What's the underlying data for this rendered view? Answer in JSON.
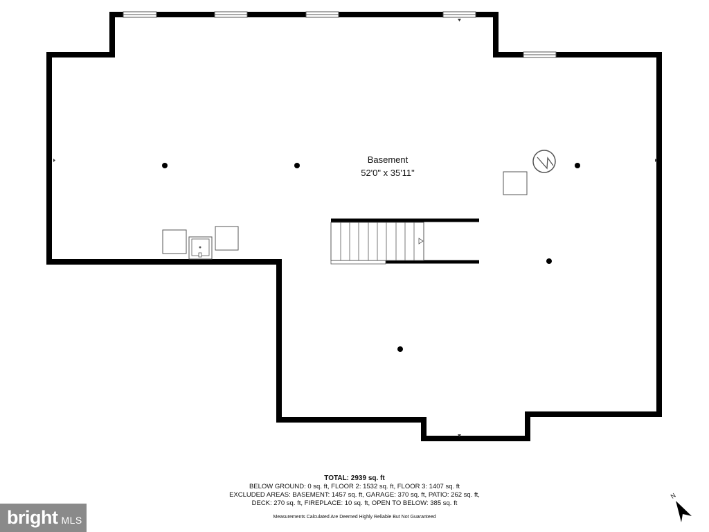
{
  "room": {
    "name": "Basement",
    "dimensions": "52'0\" x 35'11\""
  },
  "summary": {
    "total": "TOTAL: 2939 sq. ft",
    "line1": "BELOW GROUND: 0 sq. ft, FLOOR 2: 1532 sq. ft, FLOOR 3: 1407 sq. ft",
    "line2": "EXCLUDED AREAS: BASEMENT: 1457 sq. ft, GARAGE: 370 sq. ft, PATIO: 262 sq. ft,",
    "line3": "DECK: 270 sq. ft, FIREPLACE: 10 sq. ft, OPEN TO BELOW: 385 sq. ft",
    "disclaimer": "Measurements Calculated Are Deemed Highly Reliable But Not Guaranteed"
  },
  "logo": {
    "brand": "bright",
    "suffix": "MLS"
  },
  "compass": {
    "label": "N"
  },
  "colors": {
    "wall": "#000000",
    "fixture": "#555555",
    "logo_bg": "#8a8a8a",
    "background": "#ffffff"
  }
}
